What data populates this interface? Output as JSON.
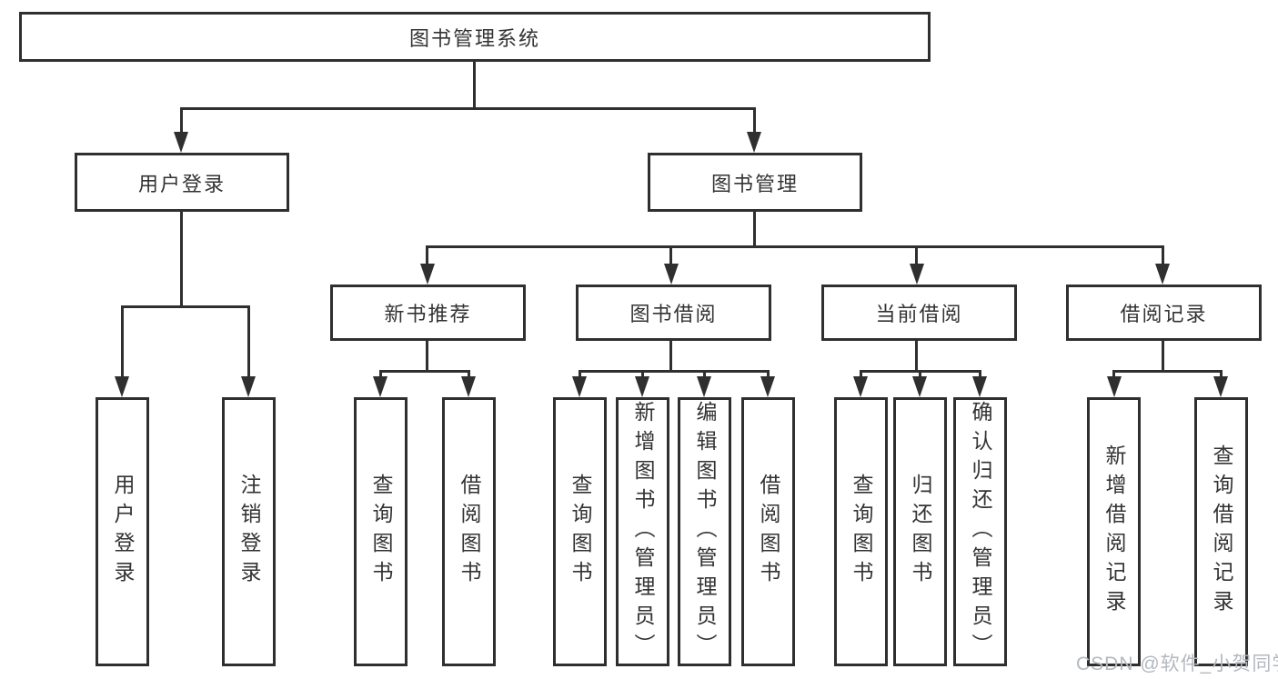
{
  "diagram": {
    "root": "图书管理系统",
    "login": "用户登录",
    "login_children": [
      "用户登录",
      "注销登录"
    ],
    "mgmt": "图书管理",
    "sections": [
      {
        "label": "新书推荐",
        "children": [
          "查询图书",
          "借阅图书"
        ]
      },
      {
        "label": "图书借阅",
        "children": [
          "查询图书",
          "新增图书（管理员）",
          "编辑图书（管理员）",
          "借阅图书"
        ]
      },
      {
        "label": "当前借阅",
        "children": [
          "查询图书",
          "归还图书",
          "确认归还（管理员）"
        ]
      },
      {
        "label": "借阅记录",
        "children": [
          "新增借阅记录",
          "查询借阅记录"
        ]
      }
    ],
    "watermark": "CSDN @软件_小贺同学",
    "colors": {
      "line": "#2f2f2f",
      "text": "#333333",
      "watermark": "#b4b8bf"
    }
  }
}
